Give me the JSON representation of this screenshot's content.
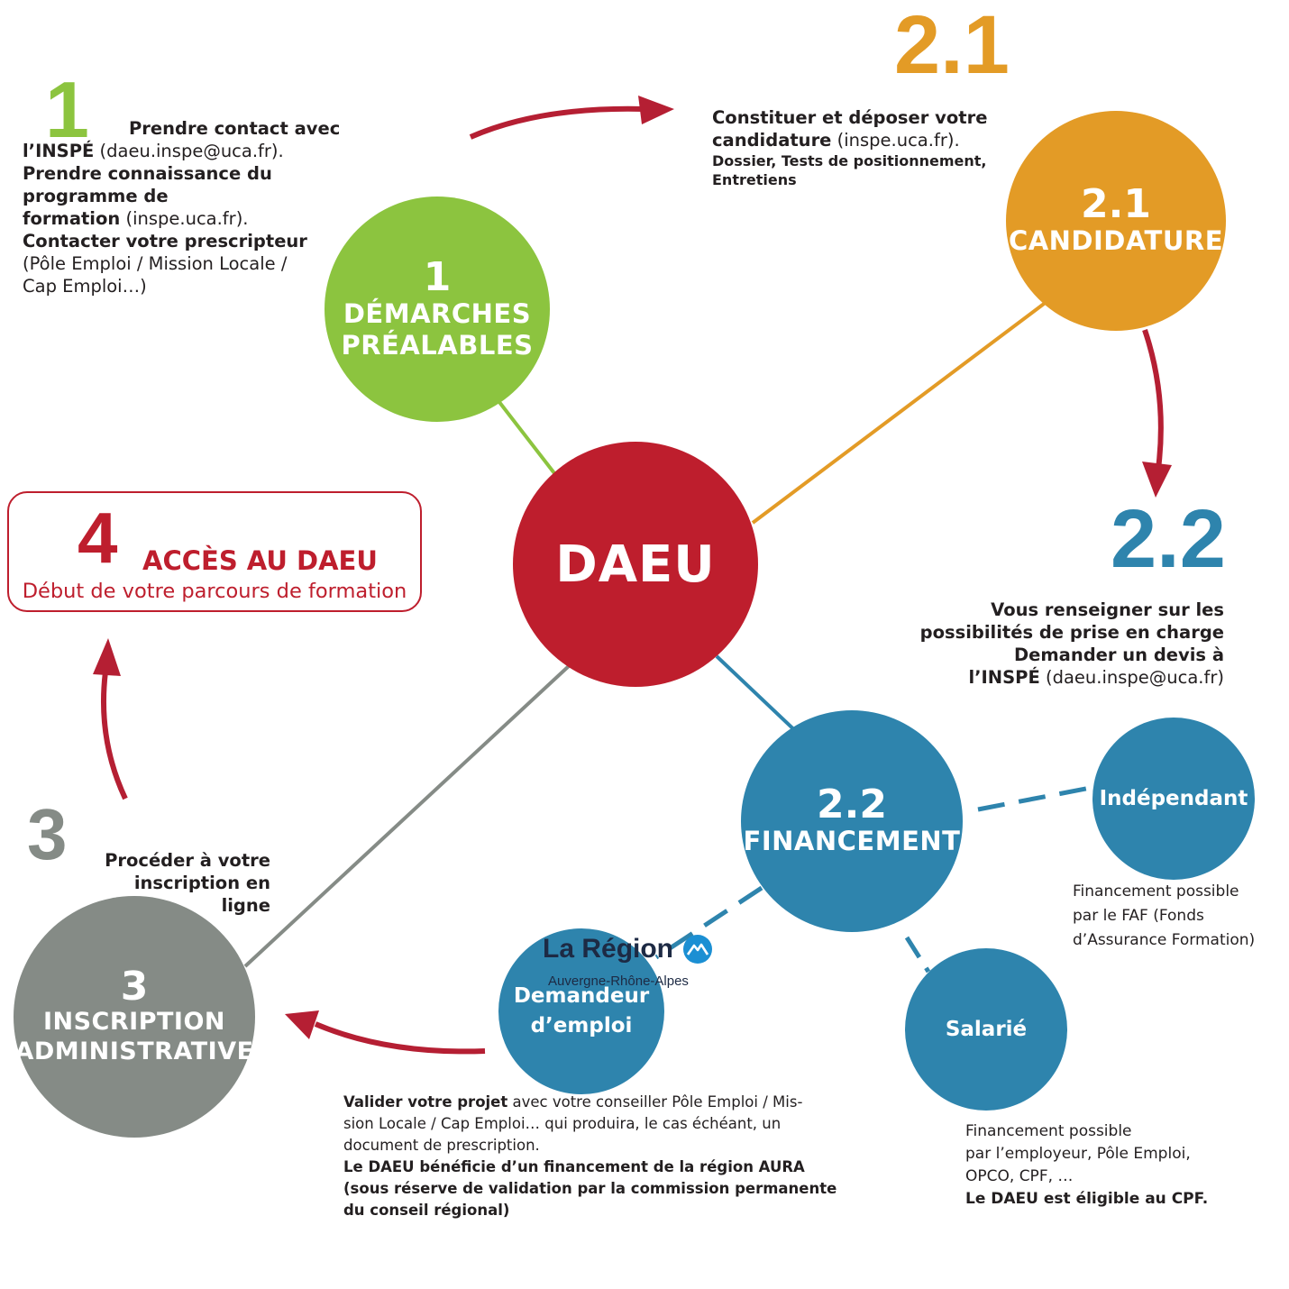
{
  "colors": {
    "green": "#8cc43f",
    "orange": "#e39b26",
    "blue": "#2e84ad",
    "grey": "#858b86",
    "red": "#be1e2d",
    "darkred": "#b51f33",
    "text": "#231f20"
  },
  "center": {
    "label": "DAEU"
  },
  "step1": {
    "big": "1",
    "circle_num": "1",
    "circle_line1": "DÉMARCHES",
    "circle_line2": "PRÉALABLES",
    "t1_b": "Prendre contact avec",
    "t2_b": "l’INSPÉ",
    "t2_n": " (daeu.inspe@uca.fr).",
    "t3_b": "Prendre connaissance du",
    "t4_b": "programme de",
    "t5_b": "formation",
    "t5_n": " (inspe.uca.fr).",
    "t6_b": "Contacter votre prescripteur",
    "t7": "(Pôle Emploi / Mission Locale /",
    "t8": "Cap Emploi…)"
  },
  "step21": {
    "big": "2.1",
    "circle_num": "2.1",
    "circle_label": "CANDIDATURE",
    "t1_b": "Constituer et déposer votre",
    "t2_b": "candidature",
    "t2_n": " (inspe.uca.fr).",
    "t3": "Dossier, Tests de positionnement,",
    "t4": "Entretiens"
  },
  "step22": {
    "big": "2.2",
    "circle_num": "2.2",
    "circle_label": "FINANCEMENT",
    "t1_b": "Vous renseigner sur les",
    "t2_b": "possibilités de prise en charge",
    "t3_b": "Demander un devis à",
    "t4_b": "l’INSPÉ",
    "t4_n": " (daeu.inspe@uca.fr)"
  },
  "independant": {
    "label": "Indépendant",
    "t1": "Financement possible",
    "t2": "par le FAF (Fonds",
    "t3": "d’Assurance Formation)"
  },
  "salarie": {
    "label": "Salarié",
    "t1": "Financement possible",
    "t2": "par l’employeur, Pôle Emploi,",
    "t3": "OPCO, CPF, …",
    "t4_b": "Le DAEU est éligible au CPF."
  },
  "demandeur": {
    "label1": "Demandeur",
    "label2": "d’emploi",
    "t1_b": "Valider votre projet",
    "t1_n": " avec votre conseiller Pôle Emploi / Mis-",
    "t2": "sion Locale / Cap Emploi… qui produira, le cas échéant, un",
    "t3": "document de prescription.",
    "t4_b": "Le DAEU bénéficie d’un financement de la région AURA",
    "t5_b": "(sous réserve de validation par la commission permanente",
    "t6_b": "du conseil régional)"
  },
  "step3": {
    "big": "3",
    "circle_num": "3",
    "circle_line1": "INSCRIPTION",
    "circle_line2": "ADMINISTRATIVE",
    "t1_b": "Procéder à votre",
    "t2_b": "inscription  en ligne"
  },
  "step4": {
    "num": "4",
    "title": "ACCÈS AU DAEU",
    "subtitle": "Début de votre parcours de formation"
  },
  "logo": {
    "name": "La Région",
    "sub": "Auvergne-Rhône-Alpes",
    "icon": "mountain-icon"
  }
}
